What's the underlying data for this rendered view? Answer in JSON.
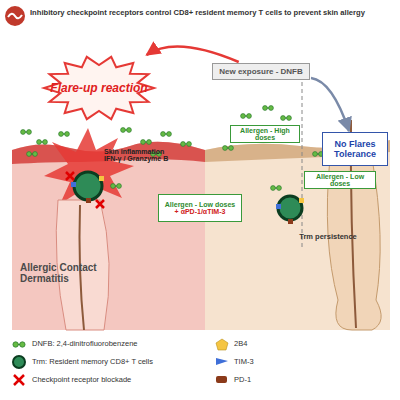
{
  "diagram": {
    "title": "Inhibitory checkpoint receptors control CD8+ resident memory T cells to prevent skin allergy",
    "nodes": [
      {
        "text": [
          "Flare-up reaction"
        ]
      },
      {
        "text": [
          "New exposure - DNFB"
        ]
      },
      {
        "text": [
          "Allergen - High doses"
        ]
      },
      {
        "text": [
          "No Flares Tolerance"
        ]
      },
      {
        "text": [
          "Allergen - Low doses"
        ]
      },
      {
        "text": [
          "Allergen - Low doses",
          "+ αPD-1/αTIM-3"
        ]
      }
    ],
    "edges": [
      {
        "from": 1,
        "to": 0,
        "arrow": "to"
      },
      {
        "from": 1,
        "to": 3,
        "arrow": "to"
      }
    ],
    "labels": [
      "Skin inflammation IFN-γ / Granzyme B",
      "Trm persistence",
      "Allergic Contact Dermatitis"
    ],
    "legend": [
      {
        "text": "DNFB: 2,4-dinitrofluorobenzene"
      },
      {
        "text": "Trm: Resident memory CD8+ T cells"
      },
      {
        "text": "Checkpoint receptor blockade"
      },
      {
        "text": "2B4"
      },
      {
        "text": "TIM-3"
      },
      {
        "text": "PD-1"
      }
    ]
  }
}
